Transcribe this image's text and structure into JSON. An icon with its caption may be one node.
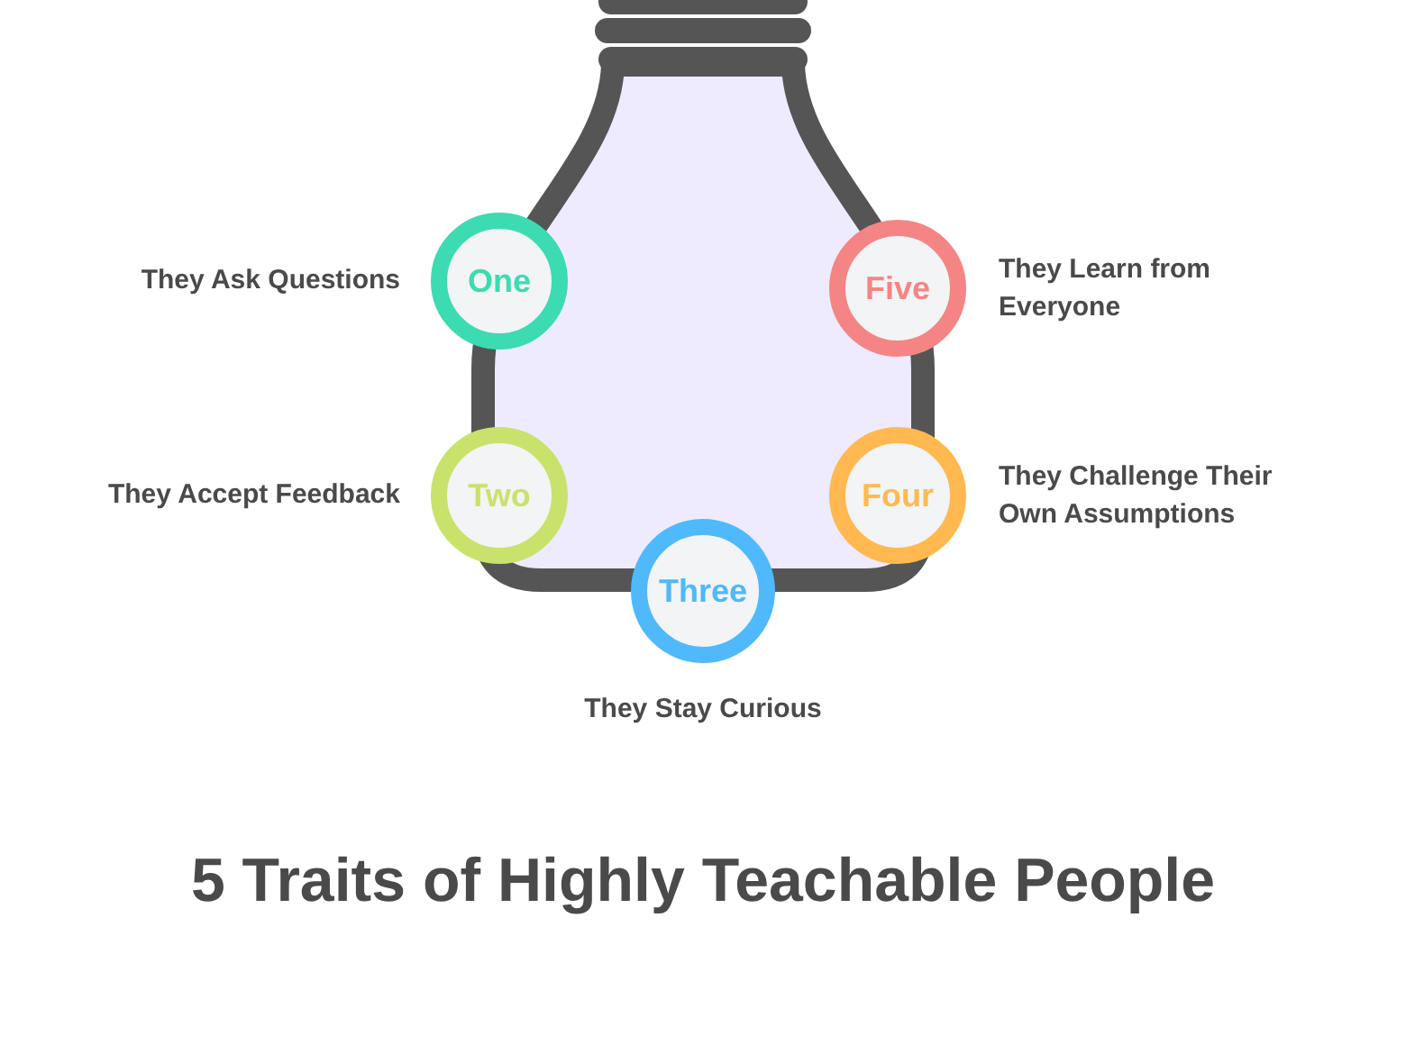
{
  "diagram": {
    "title": "5 Traits of Highly Teachable People",
    "nodes": [
      {
        "text": [
          "One"
        ],
        "beside": [
          "They Ask Questions"
        ]
      },
      {
        "text": [
          "Two"
        ],
        "beside": [
          "They Accept Feedback"
        ]
      },
      {
        "text": [
          "Three"
        ],
        "beside": [
          "They Stay Curious"
        ]
      },
      {
        "text": [
          "Four"
        ],
        "beside": [
          "They Challenge Their Own Assumptions"
        ]
      },
      {
        "text": [
          "Five"
        ],
        "beside": [
          "They Learn from Everyone"
        ]
      }
    ],
    "edges": []
  }
}
